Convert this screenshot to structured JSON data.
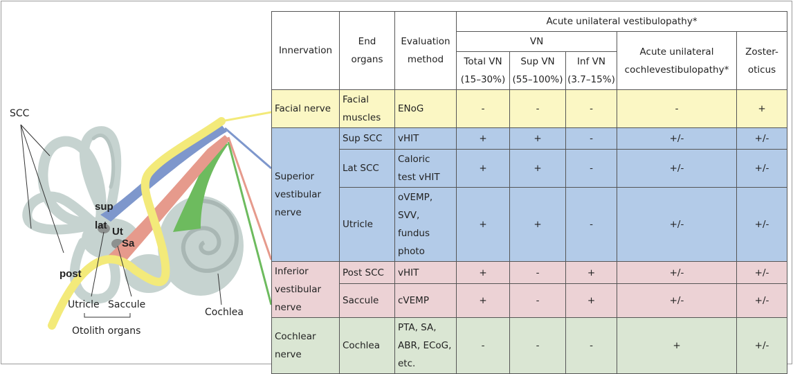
{
  "illustration": {
    "labels": {
      "scc": "SCC",
      "sup": "sup",
      "lat": "lat",
      "ut": "Ut",
      "sa": "Sa",
      "post": "post",
      "utricle": "Utricle",
      "saccule": "Saccule",
      "otolith": "Otolith organs",
      "cochlea": "Cochlea"
    },
    "colors": {
      "bone": "#c6d3d0",
      "facial": "#f3ea7a",
      "superior": "#7e97cc",
      "inferior": "#e69a8c",
      "cochlear": "#6dbb5e"
    }
  },
  "table": {
    "headers": {
      "innervation": "Innervation",
      "end_organs_1": "End",
      "end_organs_2": "organs",
      "evaluation_1": "Evaluation",
      "evaluation_2": "method",
      "acute": "Acute unilateral vestibulopathy*",
      "vn": "VN",
      "total_vn": "Total VN",
      "total_vn_pct": "(15–30%)",
      "sup_vn": "Sup VN",
      "sup_vn_pct": "(55–100%)",
      "inf_vn": "Inf VN",
      "inf_vn_pct": "(3.7–15%)",
      "cochleo_1": "Acute unilateral",
      "cochleo_2": "cochlevestibulopathy*",
      "zoster_1": "Zoster-",
      "zoster_2": "oticus"
    },
    "nerves": {
      "facial": "Facial nerve",
      "superior_1": "Superior",
      "superior_2": "vestibular",
      "superior_3": "nerve",
      "inferior_1": "Inferior",
      "inferior_2": "vestibular",
      "inferior_3": "nerve",
      "cochlear_1": "Cochlear",
      "cochlear_2": "nerve"
    },
    "rows": [
      {
        "organ": [
          "Facial",
          "muscles"
        ],
        "method": [
          "ENoG"
        ],
        "values": [
          "-",
          "-",
          "-",
          "-",
          "+"
        ]
      },
      {
        "organ": [
          "Sup SCC"
        ],
        "method": [
          "vHIT"
        ],
        "values": [
          "+",
          "+",
          "-",
          "+/-",
          "+/-"
        ]
      },
      {
        "organ": [
          "Lat SCC"
        ],
        "method": [
          "Caloric",
          "test vHIT"
        ],
        "values": [
          "+",
          "+",
          "-",
          "+/-",
          "+/-"
        ]
      },
      {
        "organ": [
          "Utricle"
        ],
        "method": [
          "oVEMP,",
          "SVV,",
          "fundus",
          "photo"
        ],
        "values": [
          "+",
          "+",
          "-",
          "+/-",
          "+/-"
        ]
      },
      {
        "organ": [
          "Post SCC"
        ],
        "method": [
          "vHIT"
        ],
        "values": [
          "+",
          "-",
          "+",
          "+/-",
          "+/-"
        ]
      },
      {
        "organ": [
          "Saccule"
        ],
        "method": [
          "cVEMP"
        ],
        "values": [
          "+",
          "-",
          "+",
          "+/-",
          "+/-"
        ]
      },
      {
        "organ": [
          "Cochlea"
        ],
        "method": [
          "PTA, SA,",
          "ABR, ECoG,",
          "etc."
        ],
        "values": [
          "-",
          "-",
          "-",
          "+",
          "+/-"
        ]
      }
    ]
  }
}
